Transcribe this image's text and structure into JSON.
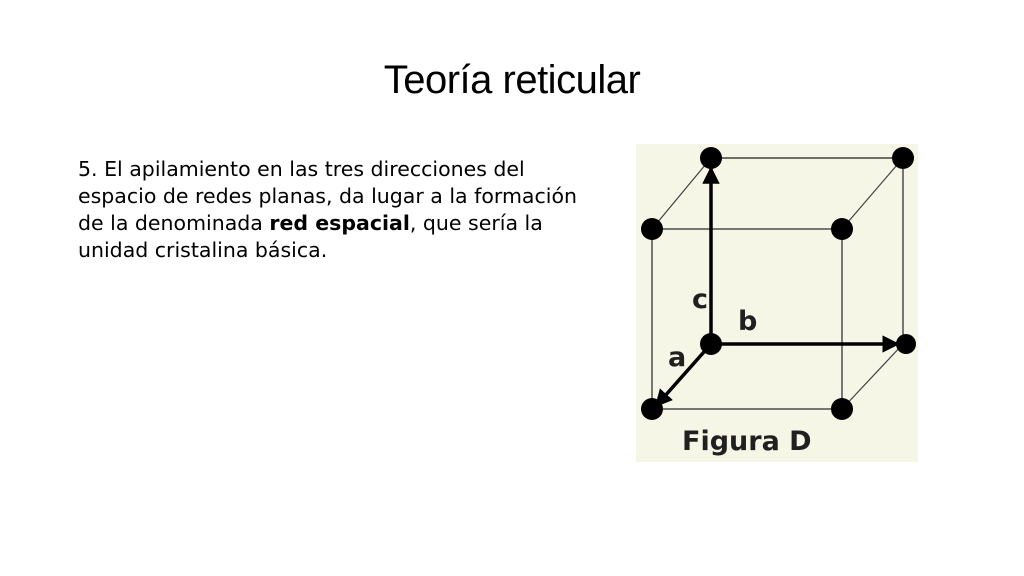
{
  "slide": {
    "title": "Teoría reticular",
    "body_pre": "5. El apilamiento en las tres direcciones del espacio de redes planas, da lugar  a la formación de la denominada ",
    "body_bold": "red espacial",
    "body_post": ", que sería la unidad cristalina básica."
  },
  "figure": {
    "caption": "Figura D",
    "axis_labels": {
      "a": "a",
      "b": "b",
      "c": "c"
    },
    "colors": {
      "background": "#f6f6e6",
      "ink": "#000000"
    }
  }
}
